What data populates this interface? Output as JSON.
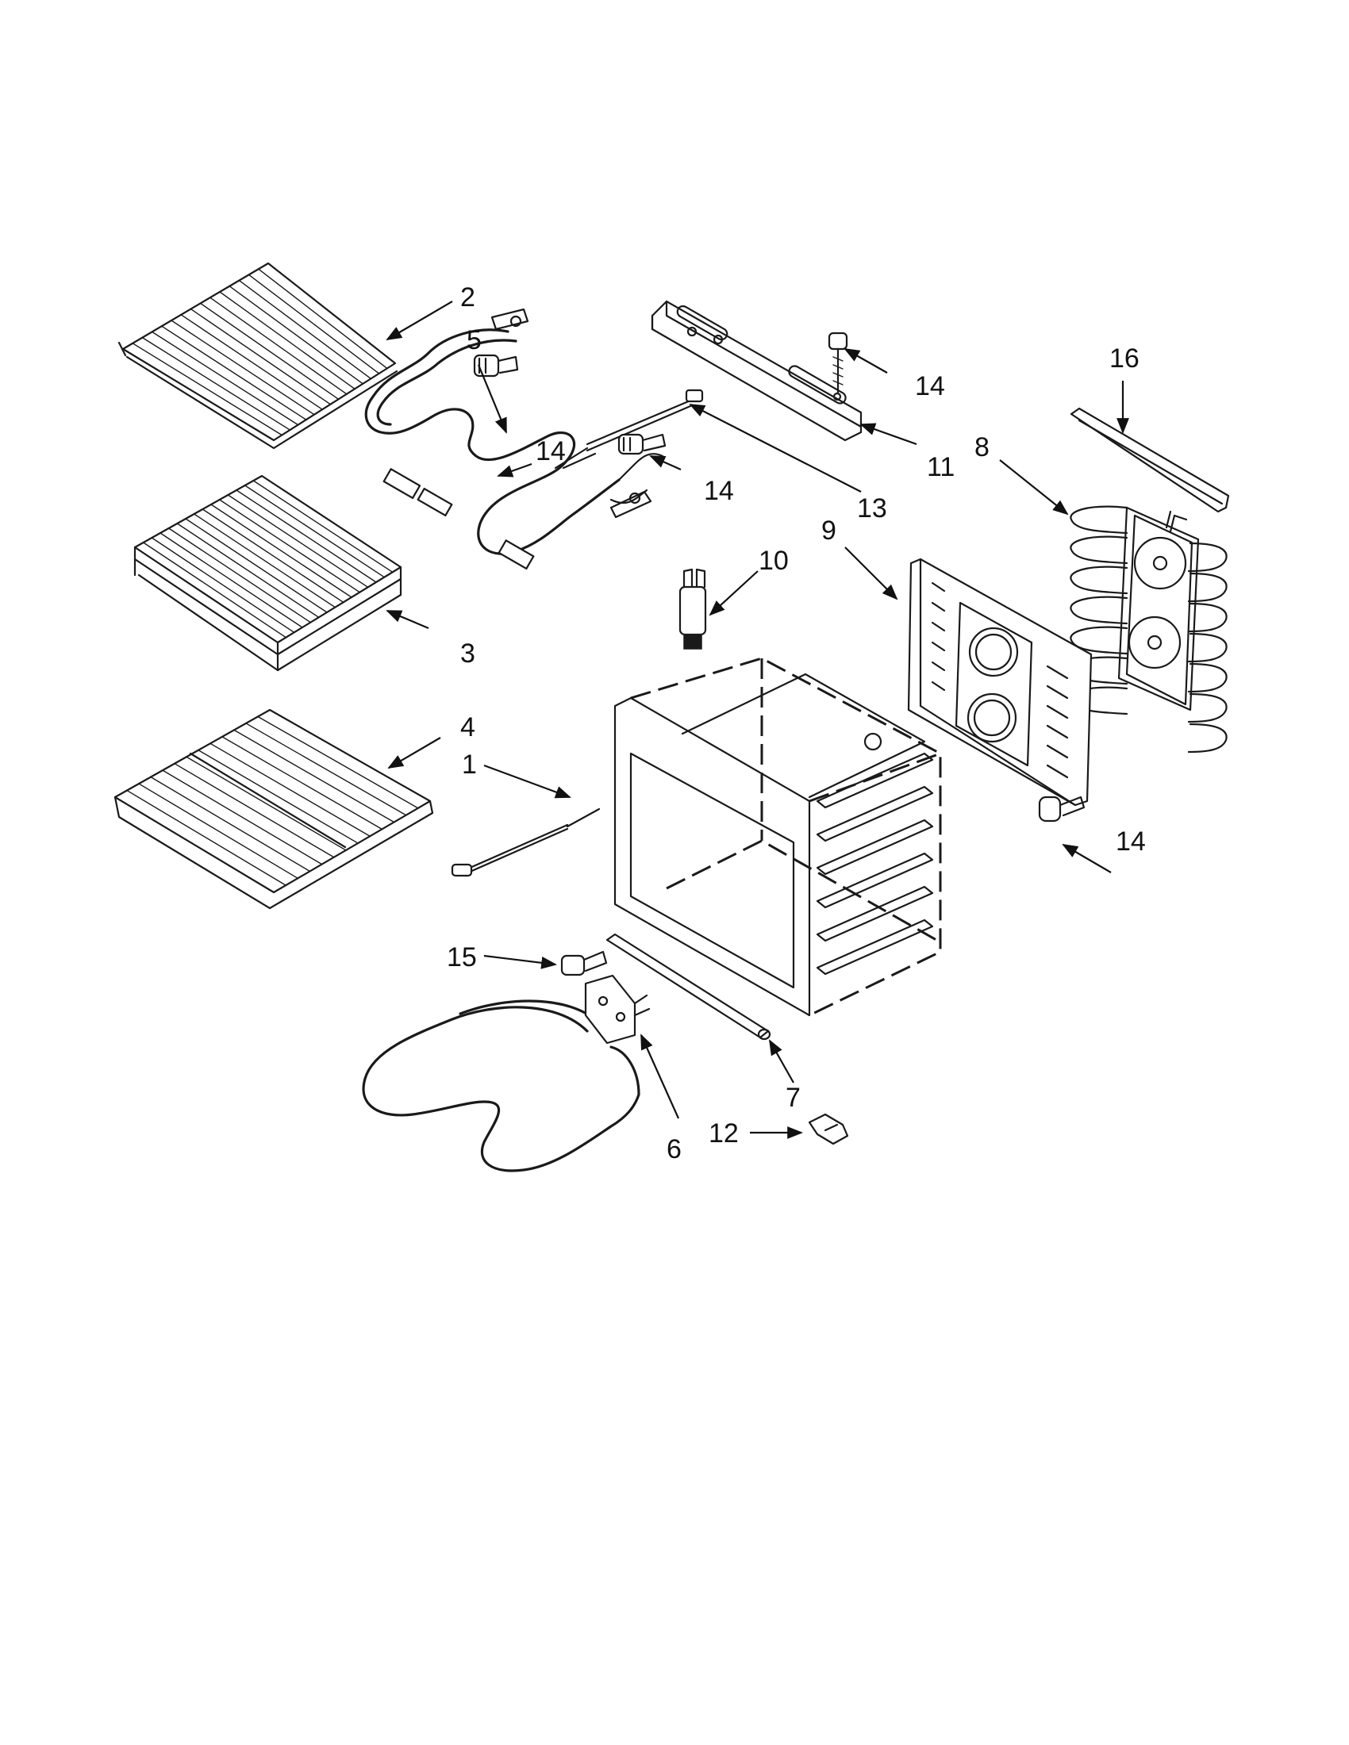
{
  "diagram": {
    "callouts": [
      {
        "id": "c2",
        "text": "2"
      },
      {
        "id": "c5",
        "text": "5"
      },
      {
        "id": "c14a",
        "text": "14"
      },
      {
        "id": "c14b",
        "text": "14"
      },
      {
        "id": "c14c",
        "text": "14"
      },
      {
        "id": "c14d",
        "text": "14"
      },
      {
        "id": "c16",
        "text": "16"
      },
      {
        "id": "c11",
        "text": "11"
      },
      {
        "id": "c13",
        "text": "13"
      },
      {
        "id": "c8",
        "text": "8"
      },
      {
        "id": "c9",
        "text": "9"
      },
      {
        "id": "c10",
        "text": "10"
      },
      {
        "id": "c3",
        "text": "3"
      },
      {
        "id": "c4",
        "text": "4"
      },
      {
        "id": "c1",
        "text": "1"
      },
      {
        "id": "c15",
        "text": "15"
      },
      {
        "id": "c7",
        "text": "7"
      },
      {
        "id": "c12",
        "text": "12"
      },
      {
        "id": "c6",
        "text": "6"
      }
    ]
  }
}
